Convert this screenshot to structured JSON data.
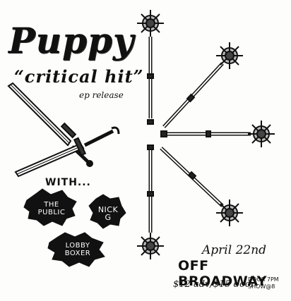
{
  "poster": {
    "band_name": "Puppy",
    "release_title": "“critical hit”",
    "release_type": "ep release",
    "with_label": "WITH...",
    "supports": [
      {
        "name": "THE\nPUBLIC"
      },
      {
        "name": "NICK\nG"
      },
      {
        "name": "LOBBY\nBOXER"
      }
    ],
    "date": "April 22nd",
    "venue": "OFF BROADWAY",
    "price": "$12 adv/$15 door",
    "doors": "DOOR 7pm",
    "show": "SHOW@8"
  },
  "icons": {
    "daggers": "crossed-daggers-icon",
    "maces": "spiked-mace-icon"
  }
}
